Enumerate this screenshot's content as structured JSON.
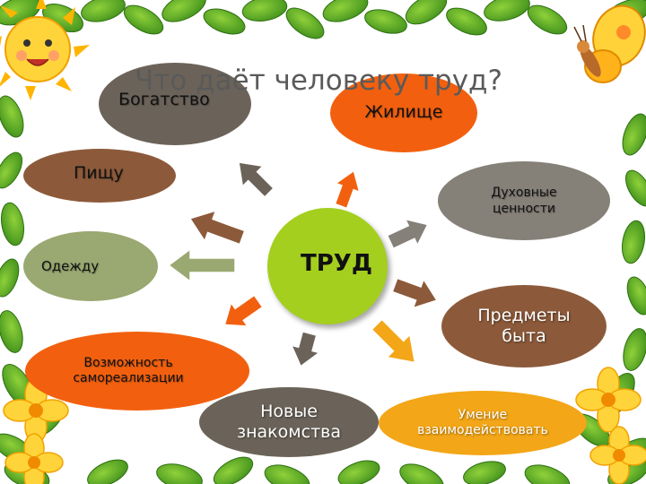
{
  "title": "Что даёт человеку труд?",
  "center": "ТРУД",
  "items": {
    "wealth": "Богатство",
    "housing": "Жилище",
    "food": "Пищу",
    "spiritual": [
      "Духовные",
      "ценности"
    ],
    "clothing": "Одежду",
    "household": [
      "Предметы",
      "быта"
    ],
    "selfrealization": [
      "Возможность",
      "самореализации"
    ],
    "acquaintances": [
      "Новые",
      "знакомства"
    ],
    "interaction": [
      "Умение",
      "взаимодействовать"
    ]
  },
  "colors": {
    "gray": "#6b6359",
    "orange": "#f2600f",
    "brown": "#8c5a3a",
    "lightgray": "#858078",
    "olive": "#9aa871",
    "green": "#a4cf1e",
    "yellow_orange": "#f3a617"
  }
}
